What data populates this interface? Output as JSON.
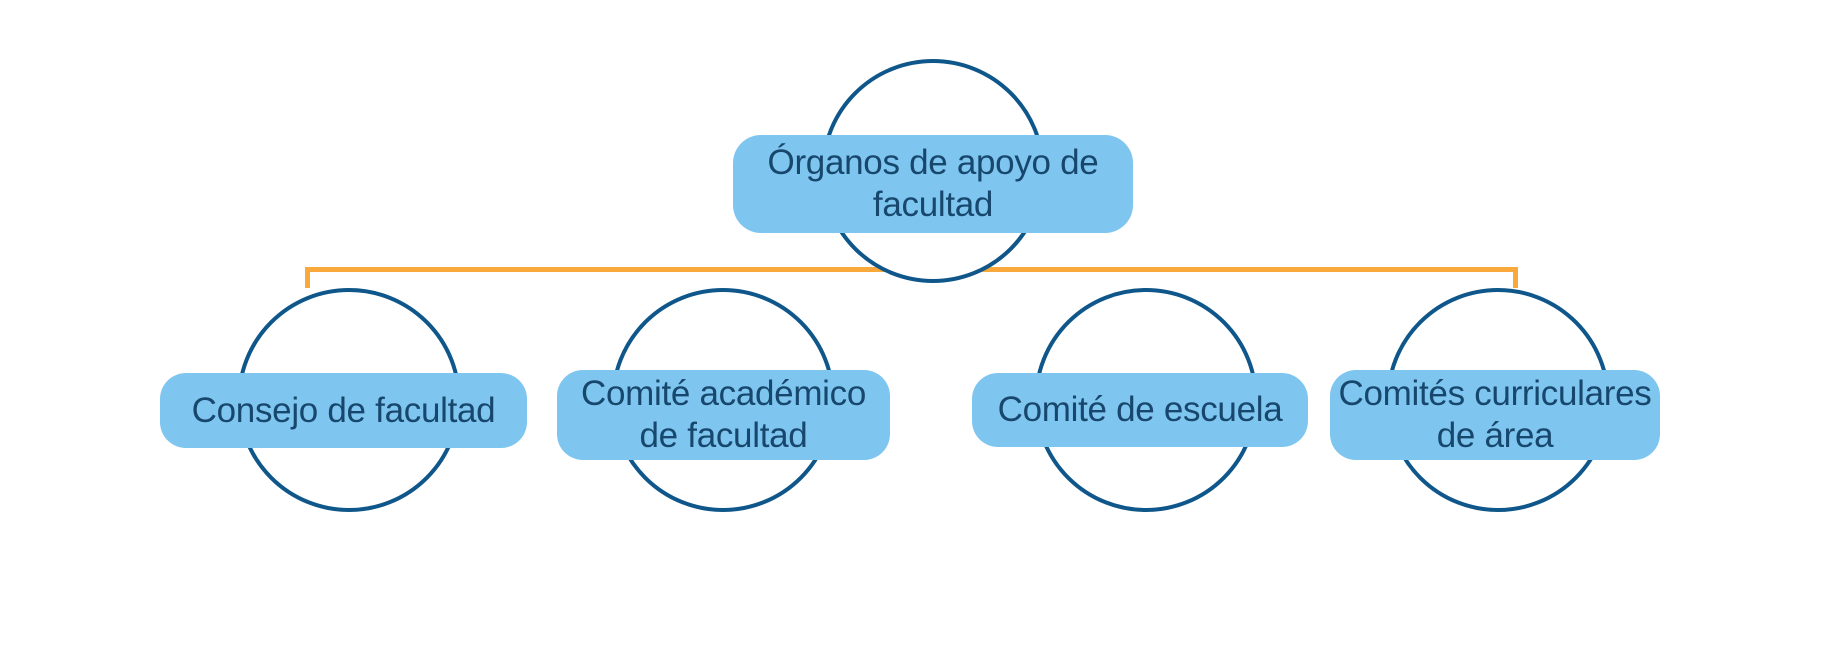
{
  "chart": {
    "type": "org-chart",
    "root": {
      "label": "Órganos de apoyo de facultad",
      "lines": [
        "Órganos de apoyo de",
        "facultad"
      ]
    },
    "children": [
      {
        "label": "Consejo de facultad",
        "lines": [
          "Consejo de facultad"
        ]
      },
      {
        "label": "Comité académico de facultad",
        "lines": [
          "Comité académico",
          "de facultad"
        ]
      },
      {
        "label": "Comité de escuela",
        "lines": [
          "Comité de escuela"
        ]
      },
      {
        "label": "Comités curriculares de área",
        "lines": [
          "Comités curriculares",
          "de área"
        ]
      }
    ]
  },
  "colors": {
    "background": "#FFFFFF",
    "node_fill": "#7EC5EF",
    "circle_stroke": "#0F578A",
    "text": "#17476D",
    "connector": "#F9A93C"
  }
}
